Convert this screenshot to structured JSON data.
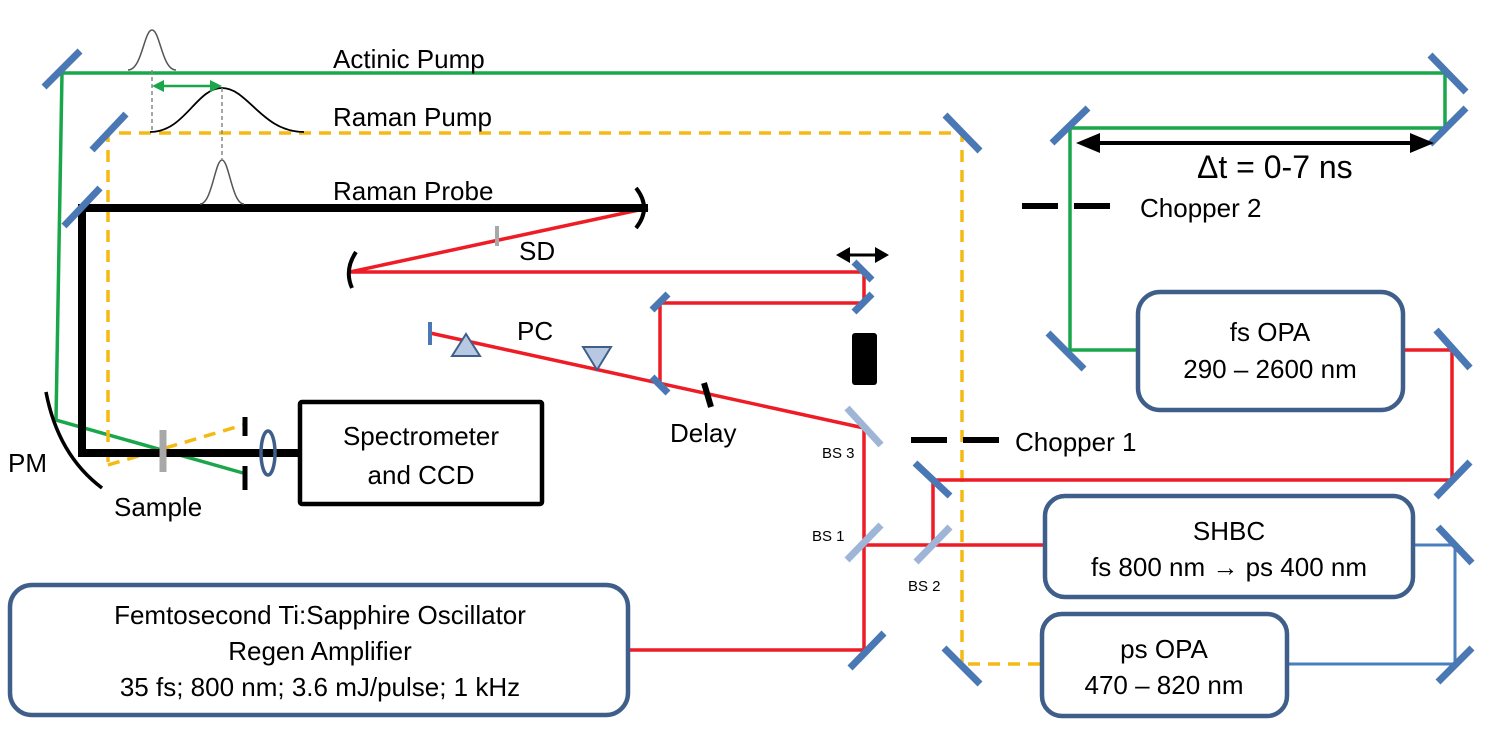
{
  "beams": {
    "actinic_pump": "Actinic Pump",
    "raman_pump": "Raman Pump",
    "raman_probe": "Raman Probe"
  },
  "delay_range": "Δt = 0-7 ns",
  "labels": {
    "chopper2": "Chopper 2",
    "chopper1": "Chopper 1",
    "sd": "SD",
    "pc": "PC",
    "delay": "Delay",
    "pm": "PM",
    "sample": "Sample",
    "bs1": "BS 1",
    "bs2": "BS 2",
    "bs3": "BS 3"
  },
  "boxes": {
    "spectrometer": [
      "Spectrometer",
      "and CCD"
    ],
    "fs_opa": [
      "fs OPA",
      "290 – 2600 nm"
    ],
    "shbc": [
      "SHBC",
      "fs 800 nm → ps 400 nm"
    ],
    "ps_opa": [
      "ps OPA",
      "470 – 820 nm"
    ],
    "oscillator": [
      "Femtosecond Ti:Sapphire Oscillator",
      "Regen Amplifier",
      "35 fs; 800 nm; 3.6 mJ/pulse; 1 kHz"
    ]
  },
  "colors": {
    "actinic_green": "#1aa64a",
    "fundamental_red": "#ee1c25",
    "ps_blue": "#4a7fbf",
    "raman_pump_orange": "#f5b914",
    "box_border": "#3f5f8a",
    "mirror_blue": "#4a78b5"
  }
}
